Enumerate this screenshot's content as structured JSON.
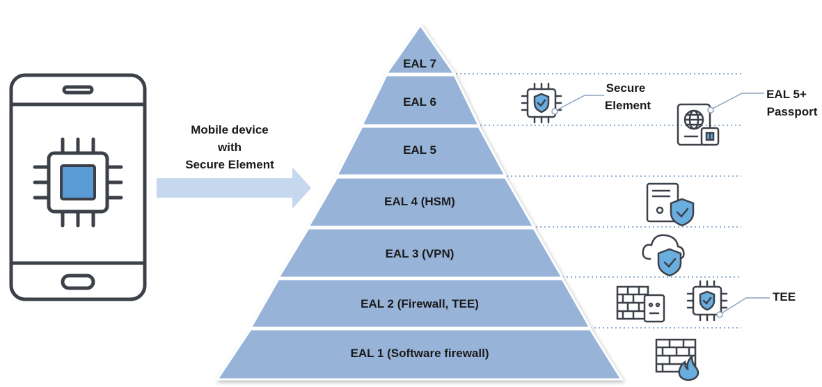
{
  "title": "Common Criteria Evaluation Assurance Levels",
  "colors": {
    "pyramid_fill": "#97b3d8",
    "pyramid_stroke": "#ffffff",
    "icon_stroke": "#3c4048",
    "icon_accent": "#6aaee0",
    "chip_core": "#5b9bd5",
    "arrow_fill": "#c5d8ee",
    "dotted_line": "#8fb0d4",
    "callout_line": "#8aa2bd"
  },
  "left": {
    "device_icon": "mobile-phone-with-chip-icon",
    "arrow_label_lines": [
      "Mobile device",
      "with",
      "Secure Element"
    ]
  },
  "pyramid": {
    "levels": [
      {
        "label": "EAL 7"
      },
      {
        "label": "EAL 6"
      },
      {
        "label": "EAL 5"
      },
      {
        "label": "EAL 4 (HSM)"
      },
      {
        "label": "EAL 3 (VPN)"
      },
      {
        "label": "EAL 2 (Firewall, TEE)"
      },
      {
        "label": "EAL 1 (Software firewall)"
      }
    ]
  },
  "callouts": {
    "secure_element": {
      "lines": [
        "Secure",
        "Element"
      ],
      "icon": "chip-shield-icon"
    },
    "passport": {
      "lines": [
        "EAL 5+",
        "Passport"
      ],
      "icon": "passport-globe-icon"
    },
    "hsm": {
      "icon": "server-document-shield-icon"
    },
    "vpn": {
      "icon": "cloud-shield-icon"
    },
    "firewall": {
      "icon": "brick-wall-device-icon"
    },
    "tee": {
      "lines": [
        "TEE"
      ],
      "icon": "chip-shield-icon"
    },
    "software_firewall": {
      "icon": "brick-wall-fire-icon"
    }
  }
}
